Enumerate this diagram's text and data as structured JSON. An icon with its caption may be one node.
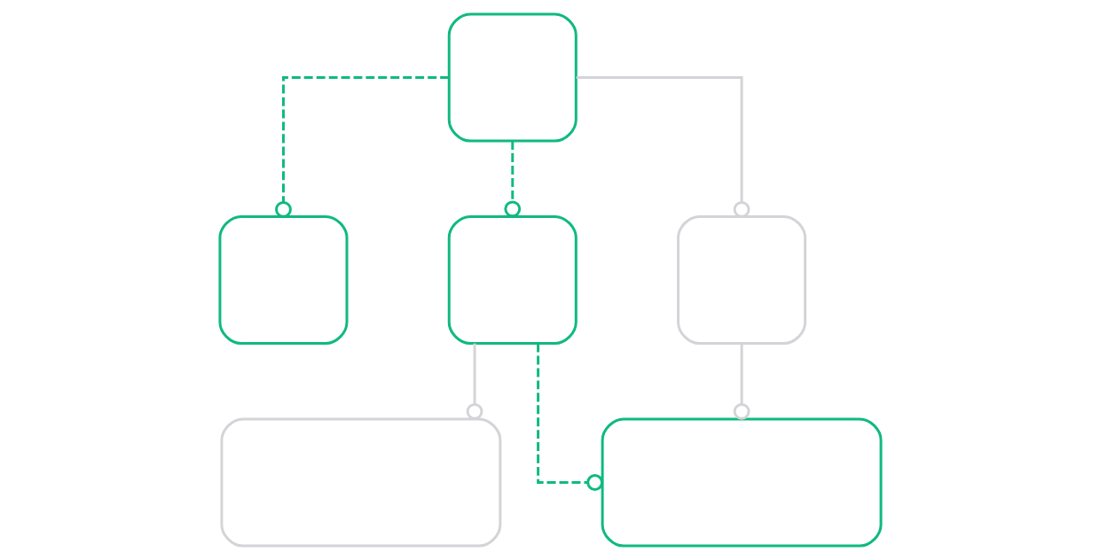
{
  "diagram": {
    "nodes": [
      {
        "text": [],
        "shape": "box"
      },
      {
        "text": [],
        "shape": "box"
      },
      {
        "text": [],
        "shape": "box"
      },
      {
        "text": [],
        "shape": "box"
      },
      {
        "text": [],
        "shape": "box"
      },
      {
        "text": [],
        "shape": "box"
      }
    ],
    "edges": [
      {
        "from": 0,
        "to": 1,
        "arrow": "other",
        "style": "dashed",
        "color": "#10b981"
      },
      {
        "from": 0,
        "to": 2,
        "arrow": "other",
        "style": "dashed",
        "color": "#10b981"
      },
      {
        "from": 0,
        "to": 3,
        "arrow": "other",
        "color": "#d4d4d8"
      },
      {
        "from": 2,
        "to": 4,
        "arrow": "other",
        "color": "#d4d4d8"
      },
      {
        "from": 2,
        "to": 5,
        "arrow": "other",
        "style": "dashed",
        "color": "#10b981"
      },
      {
        "from": 3,
        "to": 5,
        "arrow": "other",
        "color": "#d4d4d8"
      }
    ]
  }
}
